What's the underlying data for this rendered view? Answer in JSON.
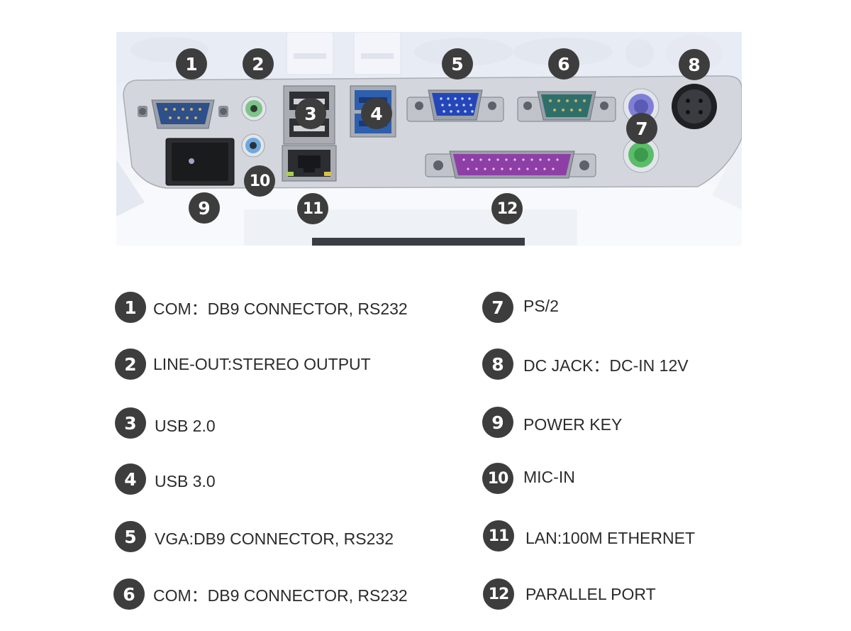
{
  "photo_markers": [
    {
      "n": "1"
    },
    {
      "n": "2"
    },
    {
      "n": "3"
    },
    {
      "n": "4"
    },
    {
      "n": "5"
    },
    {
      "n": "6"
    },
    {
      "n": "7"
    },
    {
      "n": "8"
    },
    {
      "n": "9"
    },
    {
      "n": "10"
    },
    {
      "n": "11"
    },
    {
      "n": "12"
    }
  ],
  "legend": [
    {
      "n": "1",
      "text": "COM：DB9 CONNECTOR, RS232"
    },
    {
      "n": "2",
      "text": "LINE-OUT:STEREO OUTPUT"
    },
    {
      "n": "3",
      "text": "USB 2.0"
    },
    {
      "n": "4",
      "text": "USB 3.0"
    },
    {
      "n": "5",
      "text": "VGA:DB9 CONNECTOR, RS232"
    },
    {
      "n": "6",
      "text": "COM：DB9 CONNECTOR, RS232"
    },
    {
      "n": "7",
      "text": "PS/2"
    },
    {
      "n": "8",
      "text": "DC JACK：DC-IN 12V"
    },
    {
      "n": "9",
      "text": "POWER KEY"
    },
    {
      "n": "10",
      "text": "MIC-IN"
    },
    {
      "n": "11",
      "text": "LAN:100M ETHERNET"
    },
    {
      "n": "12",
      "text": "PARALLEL PORT"
    }
  ]
}
